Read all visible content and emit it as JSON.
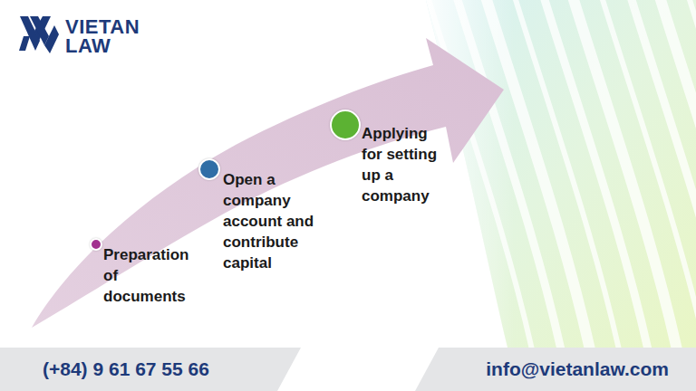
{
  "diagram": {
    "nodes": [
      {
        "text": [
          "Preparation of documents"
        ]
      },
      {
        "text": [
          "Open a company account and contribute capital"
        ]
      },
      {
        "text": [
          "Applying for setting up a company"
        ]
      }
    ],
    "labels": [
      "VIETAN",
      "LAW",
      "(+84) 9 61 67 55 66",
      "info@vietanlaw.com"
    ]
  }
}
